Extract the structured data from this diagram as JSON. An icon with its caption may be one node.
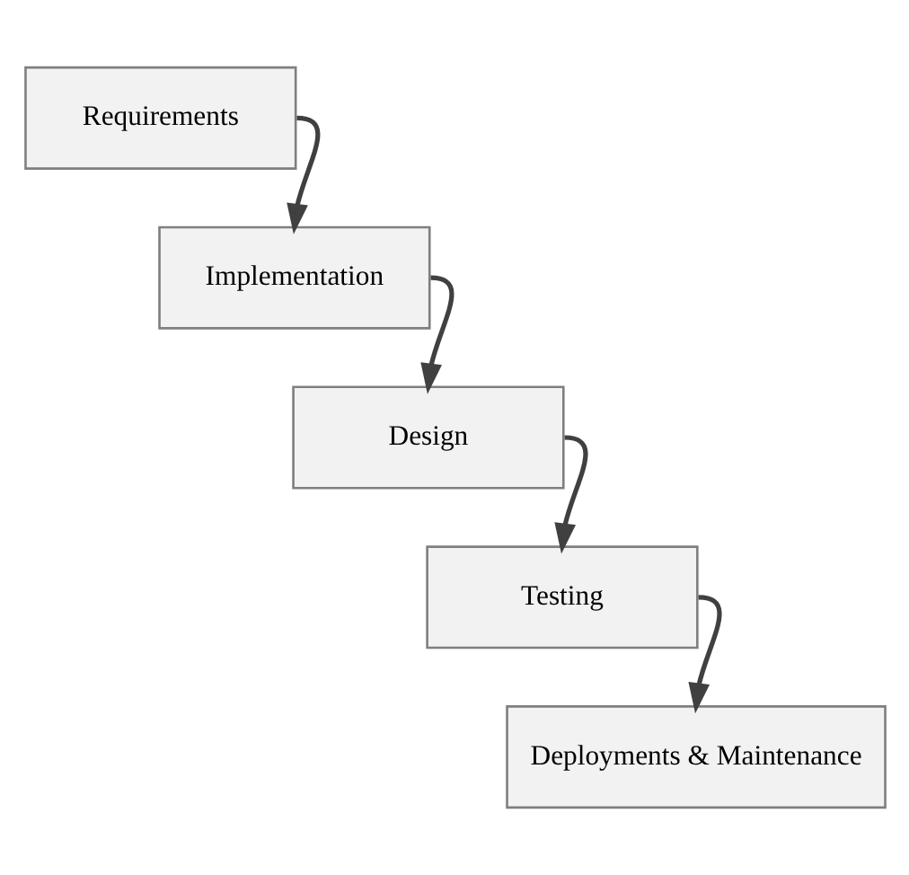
{
  "diagram": {
    "nodes": [
      {
        "text": [
          "Requirements"
        ]
      },
      {
        "text": [
          "Implementation"
        ]
      },
      {
        "text": [
          "Design"
        ]
      },
      {
        "text": [
          "Testing"
        ]
      },
      {
        "text": [
          "Deployments & Maintenance"
        ]
      }
    ],
    "edges": [
      {
        "from": 0,
        "to": 1,
        "arrow": "to"
      },
      {
        "from": 1,
        "to": 2,
        "arrow": "to"
      },
      {
        "from": 2,
        "to": 3,
        "arrow": "to"
      },
      {
        "from": 3,
        "to": 4,
        "arrow": "to"
      }
    ]
  }
}
